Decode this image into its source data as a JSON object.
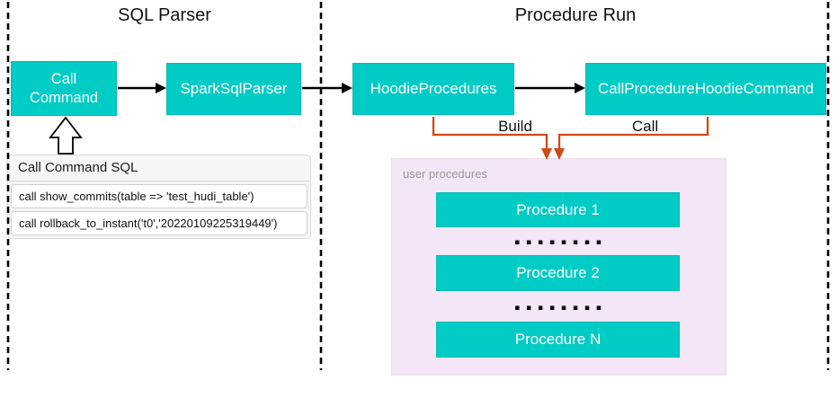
{
  "sections": {
    "sql_parser": {
      "title": "SQL Parser"
    },
    "procedure_run": {
      "title": "Procedure Run"
    }
  },
  "nodes": {
    "call_command": "Call Command",
    "spark_sql_parser": "SparkSqlParser",
    "hoodie_procedures": "HoodieProcedures",
    "call_procedure_hoodie_command": "CallProcedureHoodieCommand"
  },
  "edges": {
    "build_label": "Build",
    "call_label": "Call"
  },
  "sql_panel": {
    "title": "Call Command SQL",
    "statements": [
      "call show_commits(table => 'test_hudi_table')",
      "call rollback_to_instant('t0','20220109225319449')"
    ]
  },
  "procedures_panel": {
    "label": "user procedures",
    "items": [
      "Procedure 1",
      "Procedure 2",
      "Procedure N"
    ],
    "ellipsis": "▪ ▪ ▪ ▪ ▪ ▪ ▪ ▪"
  },
  "colors": {
    "teal": "#00CBC4",
    "lavender": "#F2E6F7",
    "connector_orange": "#D14718",
    "line_black": "#000000"
  }
}
